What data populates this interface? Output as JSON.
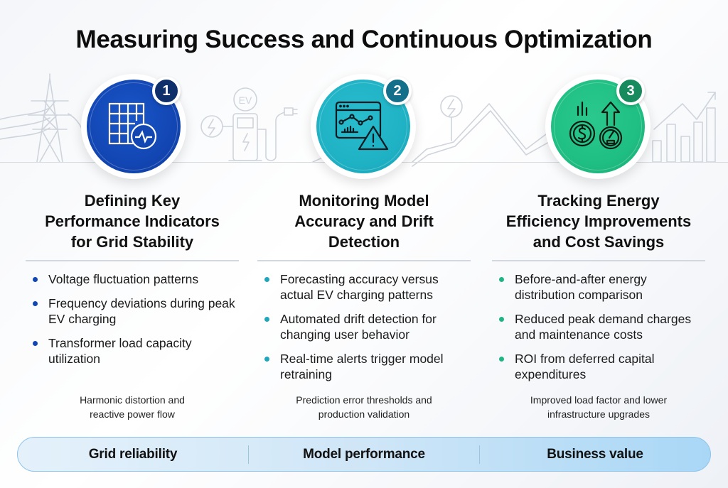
{
  "title": "Measuring Success and Continuous Optimization",
  "colors": {
    "step1": "#1246b3",
    "step1_badge": "#0f2f6b",
    "step2": "#1fb2c5",
    "step2_badge": "#14708a",
    "step3": "#1fbf83",
    "step3_badge": "#178a5e",
    "background_art": "#cfd4dc",
    "footer_border": "#8ec4ea"
  },
  "background_icons": [
    "transmission-tower-icon",
    "ev-charging-station-icon",
    "lightning-bolt-icon",
    "zigzag-line-icon",
    "rising-bar-chart-icon"
  ],
  "steps": [
    {
      "number": "1",
      "icon": "grid-table-pulse-icon",
      "title_lines": [
        "Defining Key",
        "Performance Indicators",
        "for Grid Stability"
      ],
      "bullets": [
        "Voltage fluctuation patterns",
        "Frequency deviations during peak EV charging",
        "Transformer load capacity utilization"
      ],
      "note_lines": [
        "Harmonic distortion and",
        "reactive power flow"
      ]
    },
    {
      "number": "2",
      "icon": "dashboard-chart-warning-icon",
      "title_lines": [
        "Monitoring Model",
        "Accuracy and Drift",
        "Detection"
      ],
      "bullets": [
        "Forecasting accuracy versus actual EV charging patterns",
        "Automated drift detection for changing user behavior",
        "Real-time alerts trigger model retraining"
      ],
      "note_lines": [
        "Prediction error thresholds and",
        "production validation"
      ]
    },
    {
      "number": "3",
      "icon": "coin-gauge-arrow-up-icon",
      "title_lines": [
        "Tracking Energy",
        "Efficiency Improvements",
        "and Cost Savings"
      ],
      "bullets": [
        "Before-and-after energy distribution comparison",
        "Reduced peak demand charges and maintenance costs",
        "ROI from deferred capital expenditures"
      ],
      "note_lines": [
        "Improved load factor and lower",
        "infrastructure upgrades"
      ]
    }
  ],
  "footer": {
    "items": [
      "Grid reliability",
      "Model performance",
      "Business value"
    ]
  }
}
